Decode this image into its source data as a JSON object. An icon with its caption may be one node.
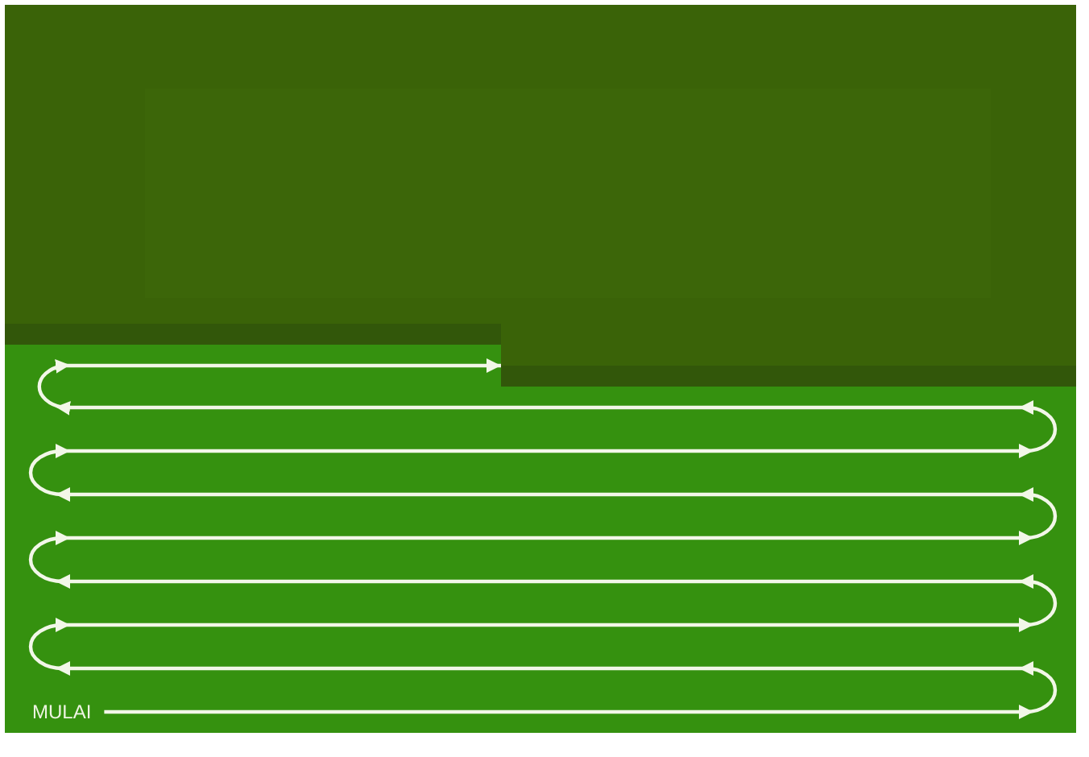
{
  "diagram": {
    "nodes": [
      {
        "text": [
          "MULAI"
        ]
      },
      {
        "text": [],
        "shape": "box"
      }
    ],
    "edges": [
      {
        "from": 0,
        "to": 1,
        "arrow": "to"
      }
    ]
  }
}
